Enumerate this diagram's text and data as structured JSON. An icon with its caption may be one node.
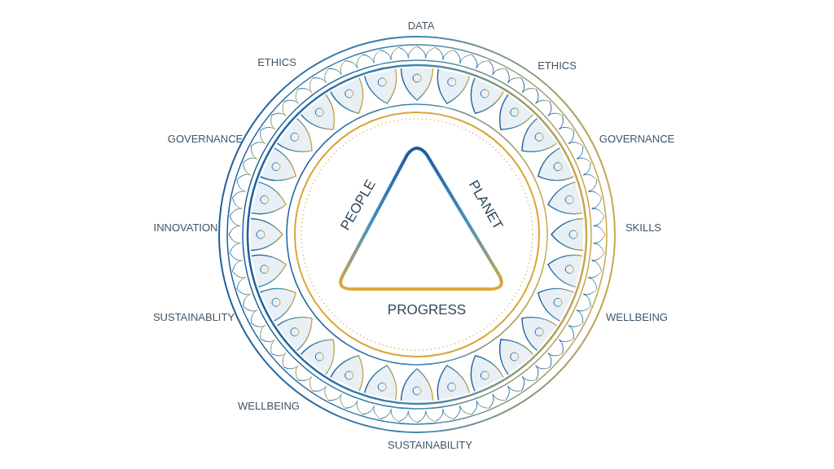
{
  "diagram": {
    "labels": [
      "DATA",
      "ETHICS",
      "ETHICS",
      "GOVERNANCE",
      "GOVERNANCE",
      "PEOPLE",
      "PLANET",
      "INNOVATION",
      "SKILLS",
      "PROGRESS",
      "SUSTAINABLITY",
      "WELLBEING",
      "WELLBEING",
      "SUSTAINABILITY"
    ]
  }
}
